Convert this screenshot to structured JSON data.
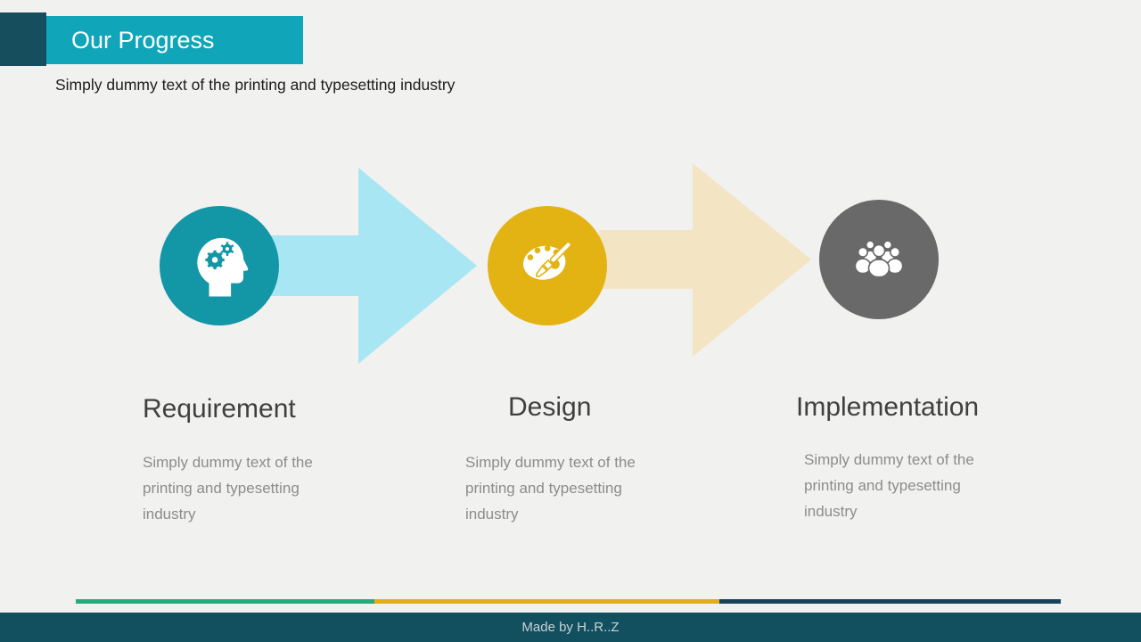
{
  "header": {
    "title": "Our Progress",
    "subtitle": "Simply dummy text of the printing and typesetting industry"
  },
  "steps": [
    {
      "label": "Requirement",
      "description": "Simply dummy text of the printing and typesetting industry",
      "circle_color": "#1396a6",
      "icon": "head-gears-icon"
    },
    {
      "label": "Design",
      "description": "Simply dummy text of the printing and typesetting industry",
      "circle_color": "#e3b313",
      "icon": "palette-brush-icon"
    },
    {
      "label": "Implementation",
      "description": "Simply dummy text of the printing and typesetting industry",
      "circle_color": "#696969",
      "icon": "people-group-icon"
    }
  ],
  "arrows": [
    {
      "color": "#a9e6f4"
    },
    {
      "color": "#f3e4c3"
    }
  ],
  "progress_bars": [
    {
      "color": "#2aaa7c"
    },
    {
      "color": "#e3ae14"
    },
    {
      "color": "#1a4258"
    }
  ],
  "footer": {
    "credit": "Made by H..R..Z",
    "bg": "#125060"
  },
  "colors": {
    "background": "#f1f1f0",
    "title_bg": "#10a5b8",
    "title_accent": "#164e5e"
  }
}
